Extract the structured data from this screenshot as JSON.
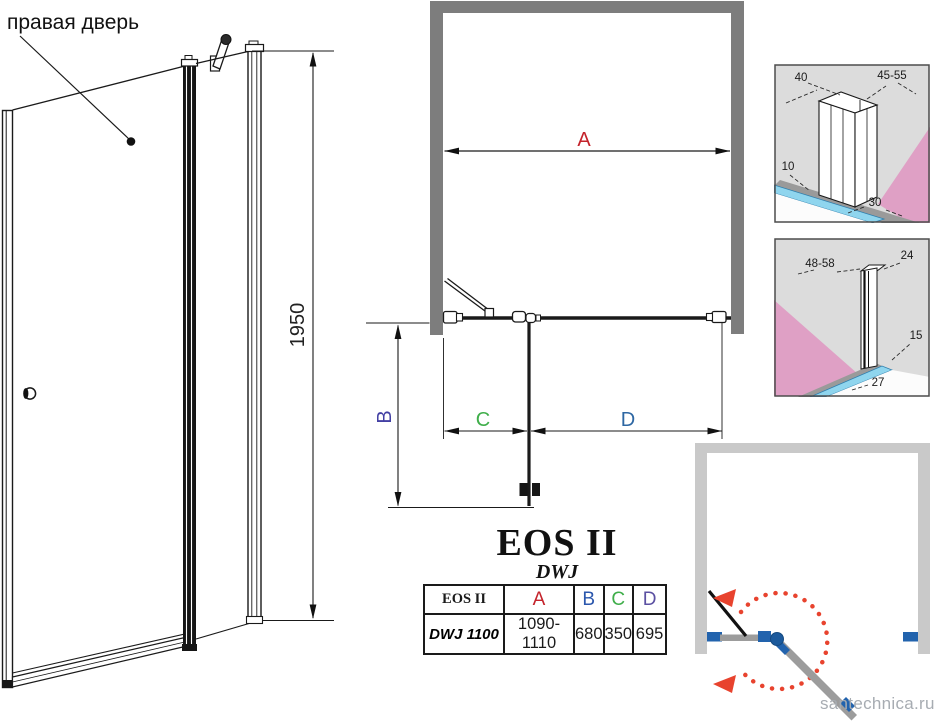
{
  "annotation": {
    "label": "правая дверь"
  },
  "front_view": {
    "height_label": "1950"
  },
  "plan_view": {
    "dim_a": {
      "label": "A",
      "color": "#c4232b"
    },
    "dim_b": {
      "label": "B",
      "color": "#4340a4"
    },
    "dim_c": {
      "label": "C",
      "color": "#3fae4a"
    },
    "dim_d": {
      "label": "D",
      "color": "#2e67a3"
    }
  },
  "detail_top": {
    "dim_width": "40",
    "dim_range": "45-55",
    "dim_offset": "10",
    "dim_floor": "30"
  },
  "detail_bottom": {
    "dim_range": "48-58",
    "dim_width": "24",
    "dim_right": "15",
    "dim_floor": "27"
  },
  "product": {
    "series": "EOS II",
    "model_line": "DWJ"
  },
  "spec_table": {
    "headers": [
      {
        "label": "EOS II",
        "color": "#1a1a1a"
      },
      {
        "label": "A",
        "color": "#c4232b"
      },
      {
        "label": "B",
        "color": "#2b57ad"
      },
      {
        "label": "C",
        "color": "#3fae4a"
      },
      {
        "label": "D",
        "color": "#5b50a2"
      }
    ],
    "row": {
      "model": "DWJ 1100",
      "a": "1090-1110",
      "b": "680",
      "c": "350",
      "d": "695"
    }
  },
  "watermark": {
    "text": "santechnica.ru"
  },
  "palette": {
    "plan_wall": "#7d7d7d",
    "light_wall": "#c9c9c9",
    "accent_blue": "#2263ad",
    "pivot_blue": "#1c5a9c",
    "door_gray": "#9c9c9c",
    "swing_red": "#e8432e",
    "detail_wall": "#dcdcdc",
    "detail_pink": "#dfa0c5",
    "detail_floor": "#9a9a9a",
    "detail_glass_blue": "#8fd5ee"
  }
}
